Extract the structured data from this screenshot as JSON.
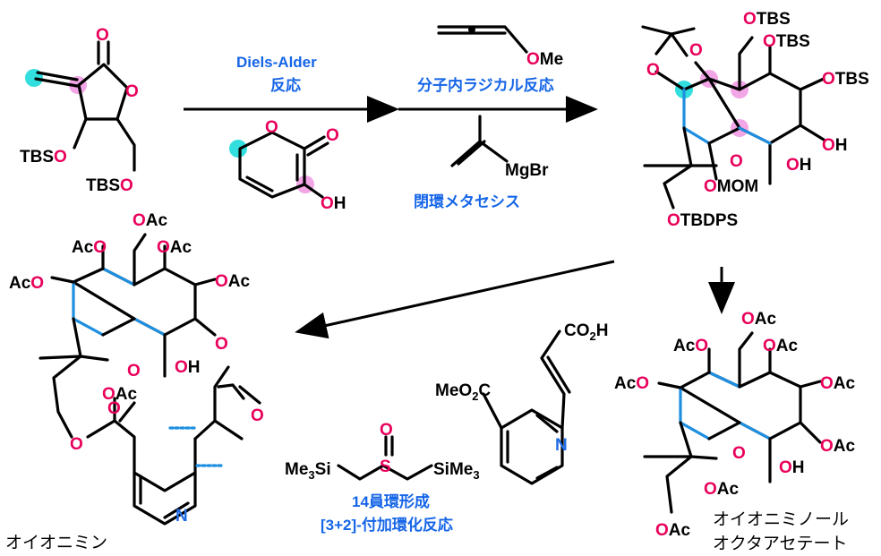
{
  "reactions": {
    "step1_label_line1": "Diels-Alder",
    "step1_label_line2": "反応",
    "step2_label": "分子内ラジカル反応",
    "step3_label": "閉環メタセシス",
    "step4_label_line1": "14員環形成",
    "step4_label_line2": "[3+2]-付加環化反応"
  },
  "reagents": {
    "methoxyallene_me": "OMe",
    "grignard": "MgBr",
    "sulfoxide_left": "Me",
    "sulfoxide_left_sub": "3",
    "sulfoxide_si": "Si",
    "sulfoxide_right": "SiMe",
    "sulfoxide_right_sub": "3",
    "sulfoxide_s": "S",
    "sulfoxide_o": "O",
    "pyridine_ester": "MeO",
    "pyridine_ester_sub": "2",
    "pyridine_ester_c": "C",
    "acid": "CO",
    "acid_sub": "2",
    "acid_h": "H",
    "pyridine_n": "N"
  },
  "labels": {
    "O": "O",
    "OH": "OH",
    "H": "H",
    "OTBS": "OTBS",
    "TBSO": "TBSO",
    "TBS": "TBS",
    "OMOM": "OMOM",
    "OTBDPS": "OTBDPS",
    "OAc": "OAc",
    "AcO": "AcO",
    "Ac": "Ac",
    "N": "N"
  },
  "products": {
    "natural_product": "オイオニミン",
    "octaacetate_line1": "オイオニミノール",
    "octaacetate_line2": "オクタアセテート"
  },
  "colors": {
    "highlight_cyan": "#33dede",
    "highlight_pink": "#f2a6e6",
    "heteroatom": "#e8005a",
    "new_bond": "#1e8fe0",
    "caption": "#1565e8"
  }
}
